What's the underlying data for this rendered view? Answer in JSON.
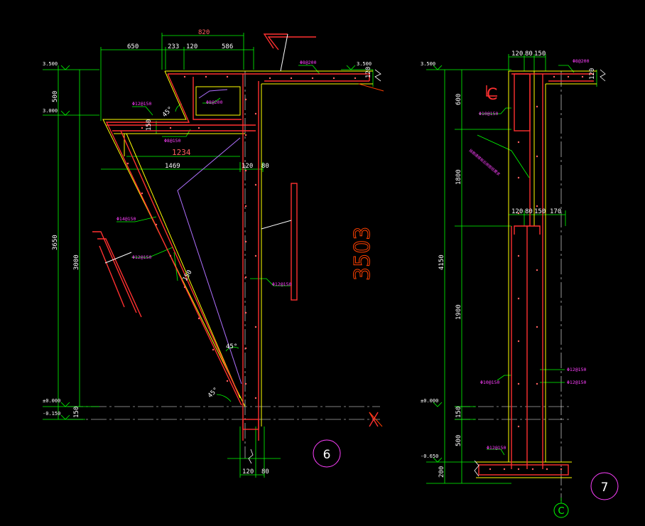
{
  "colors": {
    "background": "#000000",
    "dimension": "#00ff00",
    "concrete": "#ff3030",
    "outline": "#ffff00",
    "rebar": "#ff2020",
    "annotation": "#ff40ff",
    "violet": "#b070ff",
    "grid": "#ffffff",
    "accent": "#ff4000"
  },
  "section6": {
    "label": "6",
    "top_dims": {
      "total": "820",
      "d650": "650",
      "d233": "233",
      "d120": "120",
      "d586": "586"
    },
    "mid_dims": {
      "d150": "150",
      "d1234": "1234",
      "d1469": "1469",
      "d120": "120",
      "d80": "80"
    },
    "bottom_dims": {
      "d120": "120",
      "d80": "80"
    },
    "left_dims": {
      "d500": "500",
      "d3650": "3650",
      "d3000": "3000",
      "d150": "150"
    },
    "levels": {
      "top": "3.500",
      "mid": "3.000",
      "zero": "±0.000",
      "neg": "-0.150"
    },
    "right_level": "3.500",
    "d120_right": "120",
    "angles": {
      "a1": "45°",
      "a2": "45°",
      "a3": "45°"
    },
    "slope_dim": "150",
    "big_dim": "3503",
    "annotations": {
      "n1": "Φ8@200",
      "n2": "Φ12@150",
      "n3": "Φ8@200",
      "n4": "Φ8@150",
      "n5": "Φ14@150",
      "n6": "Φ12@150",
      "n7": "Φ12@150"
    }
  },
  "section7": {
    "label": "7",
    "axis": "C",
    "axis_mark": "C",
    "top_dims": {
      "d120": "120",
      "d80": "80",
      "d150": "150"
    },
    "mid_dims": {
      "d120": "120",
      "d80": "80",
      "d150": "150",
      "d170": "170"
    },
    "left_dims": {
      "d600": "600",
      "d1800": "1800",
      "d4150": "4150",
      "d1900": "1900",
      "d150": "150",
      "d500": "500",
      "d200": "200"
    },
    "levels": {
      "top": "3.500",
      "zero": "±0.000",
      "neg": "-0.650"
    },
    "d120_right": "120",
    "annotations": {
      "n1": "Φ8@200",
      "n2": "Φ10@150",
      "n3": "插筋遇楼板后按图纸要求",
      "n4": "Φ12@150",
      "n5": "Φ10@150",
      "n6": "Φ12@150",
      "n7": "Φ12@150"
    }
  }
}
